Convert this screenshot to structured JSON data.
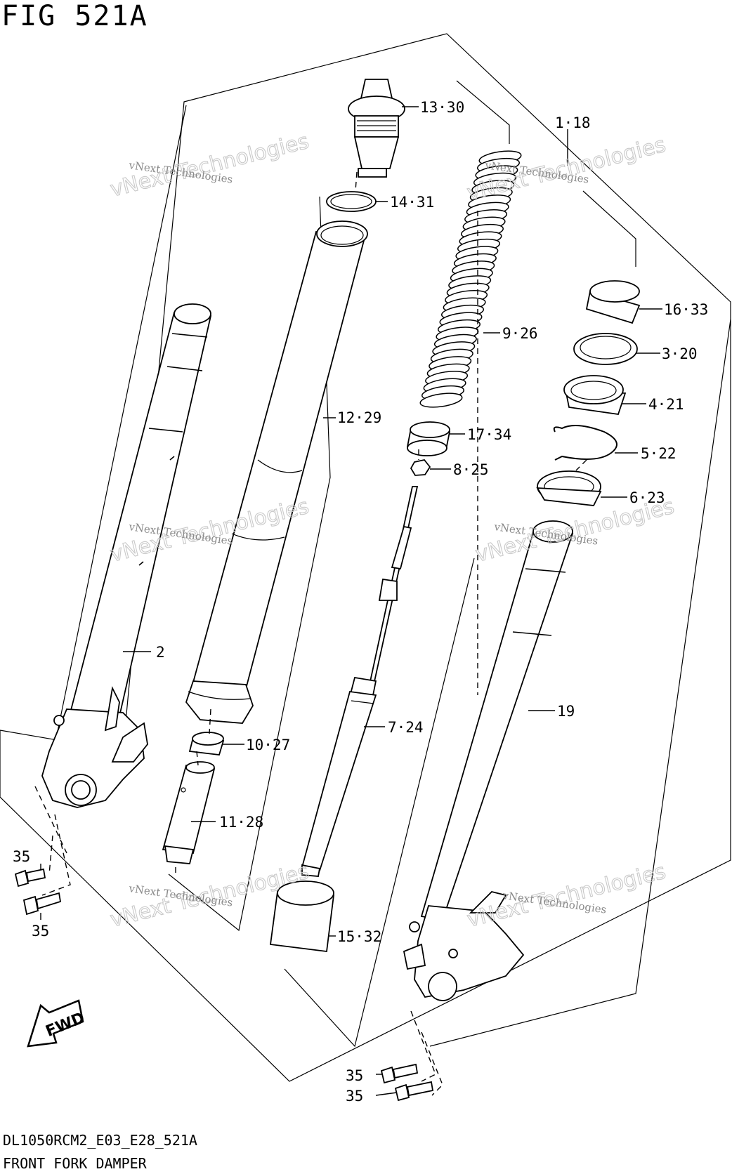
{
  "figure_title": "FIG 521A",
  "model_code": "DL1050RCM2_E03_E28_521A",
  "description": "FRONT FORK DAMPER",
  "watermark": {
    "line1": "vNext Technologies",
    "line2": "vNext Technologies"
  },
  "fwd_badge": "FWD",
  "callouts": [
    {
      "id": "c1",
      "text": "13·30"
    },
    {
      "id": "c2",
      "text": "1·18"
    },
    {
      "id": "c3",
      "text": "14·31"
    },
    {
      "id": "c4",
      "text": "9·26"
    },
    {
      "id": "c5",
      "text": "16·33"
    },
    {
      "id": "c6",
      "text": "3·20"
    },
    {
      "id": "c7",
      "text": "4·21"
    },
    {
      "id": "c8",
      "text": "12·29"
    },
    {
      "id": "c9",
      "text": "17·34"
    },
    {
      "id": "c10",
      "text": "5·22"
    },
    {
      "id": "c11",
      "text": "8·25"
    },
    {
      "id": "c12",
      "text": "6·23"
    },
    {
      "id": "c13",
      "text": "2"
    },
    {
      "id": "c14",
      "text": "19"
    },
    {
      "id": "c15",
      "text": "7·24"
    },
    {
      "id": "c16",
      "text": "10·27"
    },
    {
      "id": "c17",
      "text": "11·28"
    },
    {
      "id": "c18",
      "text": "35"
    },
    {
      "id": "c19",
      "text": "35"
    },
    {
      "id": "c20",
      "text": "15·32"
    },
    {
      "id": "c21",
      "text": "35"
    },
    {
      "id": "c22",
      "text": "35"
    }
  ]
}
